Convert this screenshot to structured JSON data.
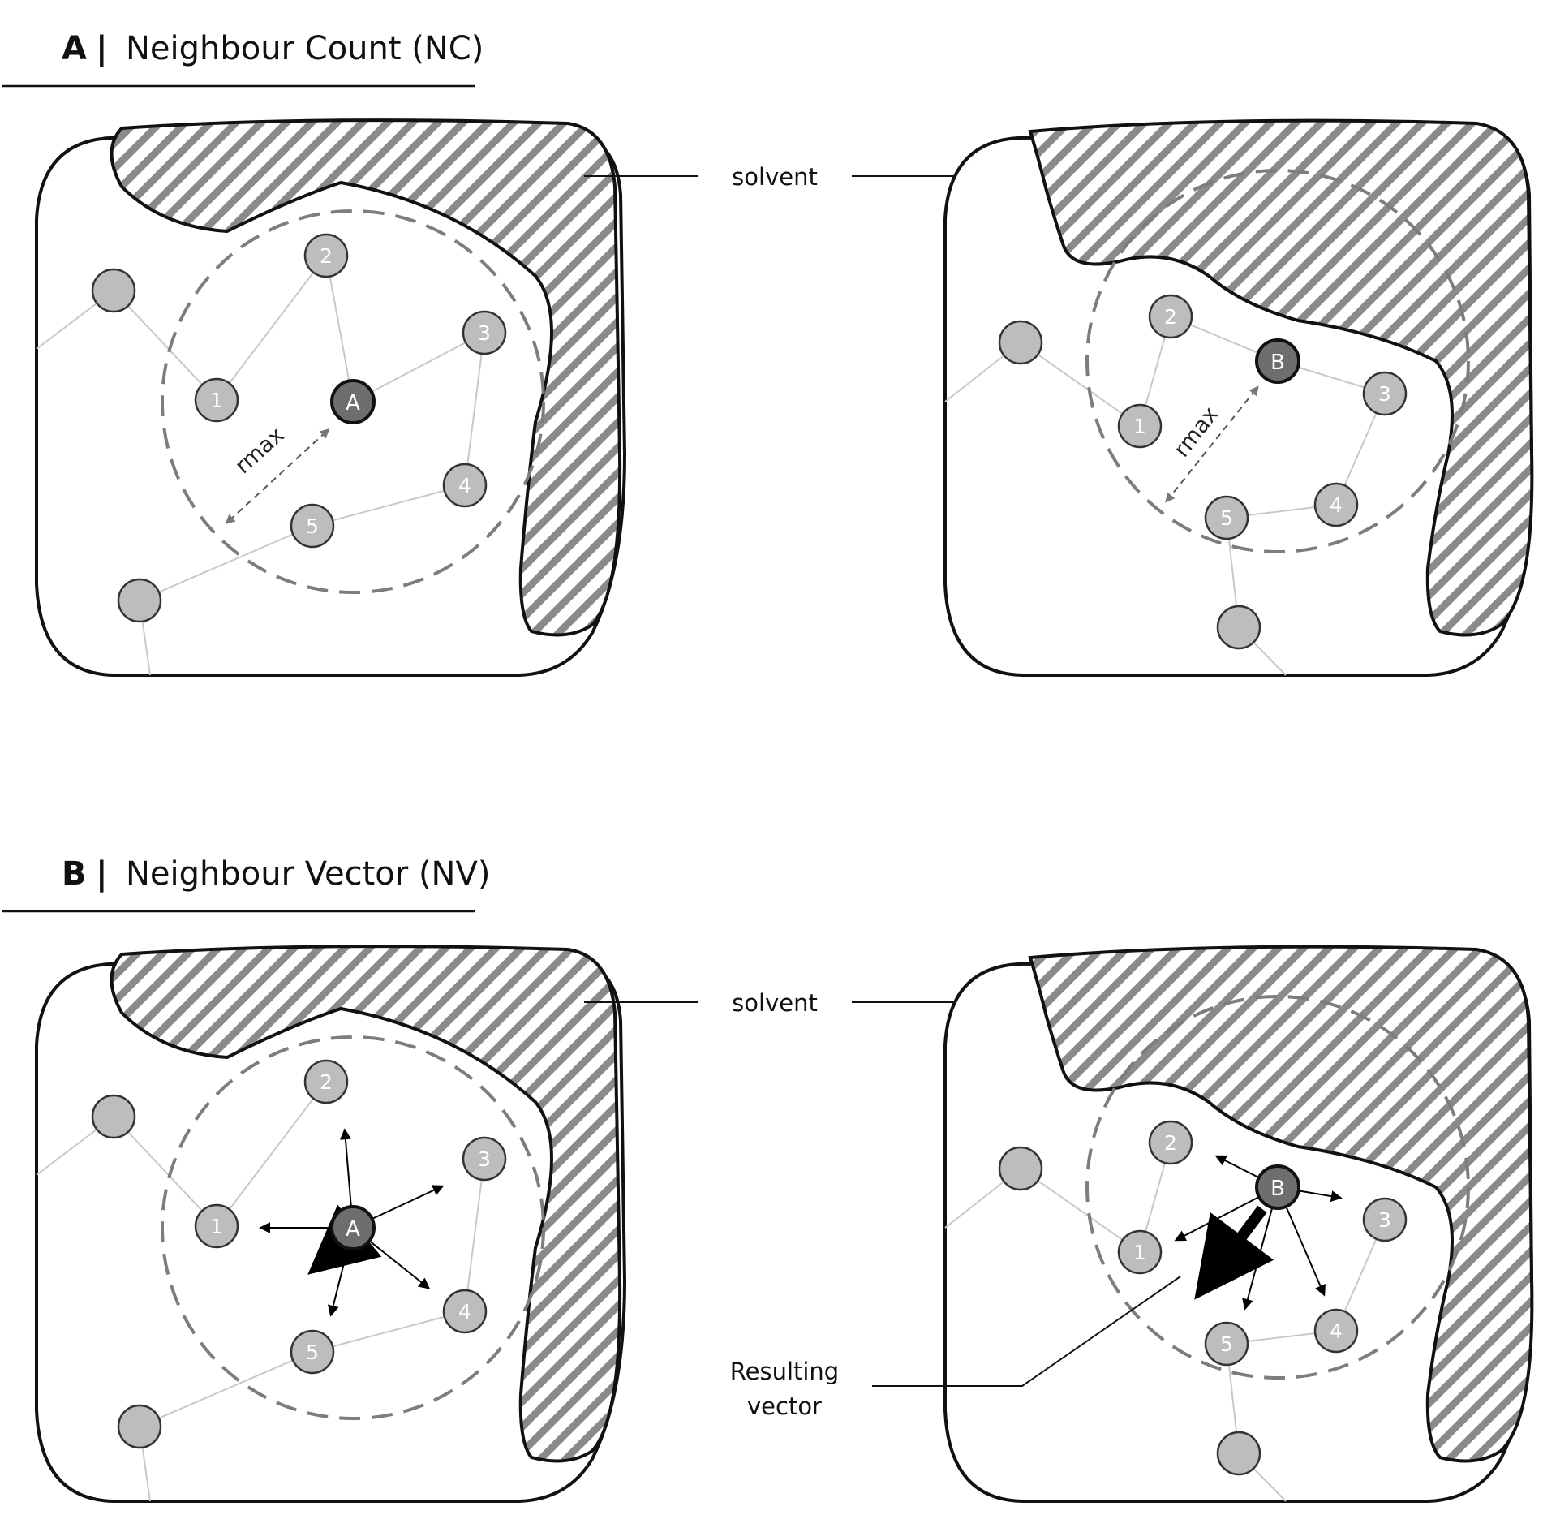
{
  "panels": {
    "a": {
      "letter": "A",
      "separator": "|",
      "title": "Neighbour Count (NC)",
      "solvent_label": "solvent",
      "rmax_label": "rmax",
      "left_center": "A",
      "right_center": "B",
      "neighbour_numbers": [
        "1",
        "2",
        "3",
        "4",
        "5"
      ]
    },
    "b": {
      "letter": "B",
      "separator": "|",
      "title": "Neighbour Vector (NV)",
      "solvent_label": "solvent",
      "resulting_vector_label_line1": "Resulting",
      "resulting_vector_label_line2": "vector",
      "left_center": "A",
      "right_center": "B",
      "neighbour_numbers": [
        "1",
        "2",
        "3",
        "4",
        "5"
      ]
    }
  },
  "colors": {
    "outline": "#111111",
    "hatch": "#8a8a8a",
    "neighbour_fill": "#bdbdbd",
    "center_fill": "#6e6e6e",
    "dashed_circle": "#7d7d7d",
    "bond": "#c8c8c8"
  }
}
